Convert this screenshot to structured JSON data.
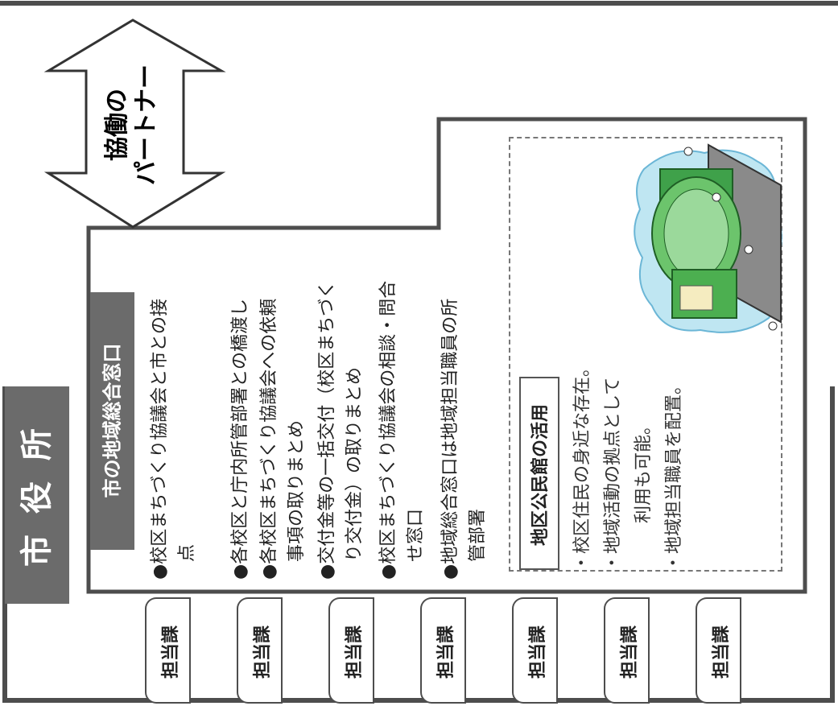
{
  "partner_label": [
    "協働の",
    "パートナー"
  ],
  "city_hall": "市 役 所",
  "window_title": "市の地域総合窓口",
  "tasks": [
    {
      "lines": [
        "●校区まちづくり協議会と市との接",
        "点"
      ]
    },
    {
      "lines": [
        "●各校区と庁内所管部署との橋渡し"
      ]
    },
    {
      "lines": [
        "●各校区まちづくり協議会への依頼",
        "事項の取りまとめ"
      ]
    },
    {
      "lines": [
        "●交付金等の一括交付（校区まちづく",
        "り交付金）の取りまとめ"
      ]
    },
    {
      "lines": [
        "●校区まちづくり協議会の相談・問合",
        "せ窓口"
      ]
    },
    {
      "lines": [
        "●地域総合窓口は地域担当職員の所",
        "管部署"
      ]
    }
  ],
  "community_center": {
    "title": "地区公民館の活用",
    "lines": [
      "・校区住民の身近な存在。",
      "・地域活動の拠点として",
      "利用も可能。",
      "・地域担当職員を配置。"
    ]
  },
  "departments": [
    "担当課",
    "担当課",
    "担当課",
    "担当課",
    "担当課",
    "担当課",
    "担当課"
  ],
  "colors": {
    "frame": "#4d4d4d",
    "tab": "#6b6b6b",
    "building_green": "#5cb85c",
    "sky": "#bfe6f2"
  }
}
